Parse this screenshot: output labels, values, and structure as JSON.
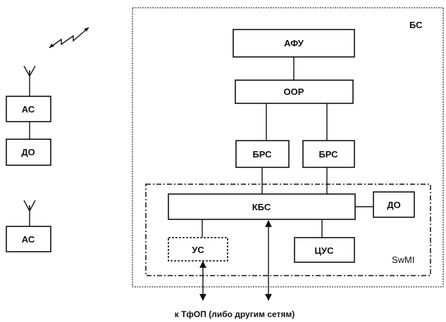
{
  "labels": {
    "bs": "БС",
    "afu": "АФУ",
    "oor": "ООР",
    "brs_left": "БРС",
    "brs_right": "БРС",
    "kbs": "КБС",
    "do_right": "ДО",
    "us": "УС",
    "tsus": "ЦУС",
    "swmi": "SwMI",
    "as_top": "АС",
    "do_left": "ДО",
    "as_bottom": "АС",
    "caption": "к ТфОП (либо другим сетям)"
  },
  "colors": {
    "ink": "#111111",
    "background": "#ffffff"
  },
  "icons": [
    "antenna-icon",
    "radio-link-icon",
    "bidirectional-arrow-icon"
  ]
}
